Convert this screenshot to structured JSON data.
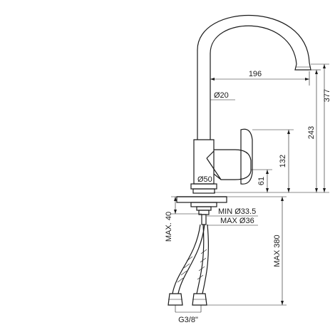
{
  "dimensions": {
    "spout_reach": "196",
    "pipe_diameter": "Ø20",
    "total_height": "377",
    "spout_height": "243",
    "lever_height": "132",
    "base_height": "61",
    "base_diameter": "Ø50",
    "min_hole": "MIN Ø33.5",
    "max_hole": "MAX Ø36",
    "max_deck": "MAX. 40",
    "hose_length": "MAX 380",
    "thread": "G3/8\""
  }
}
